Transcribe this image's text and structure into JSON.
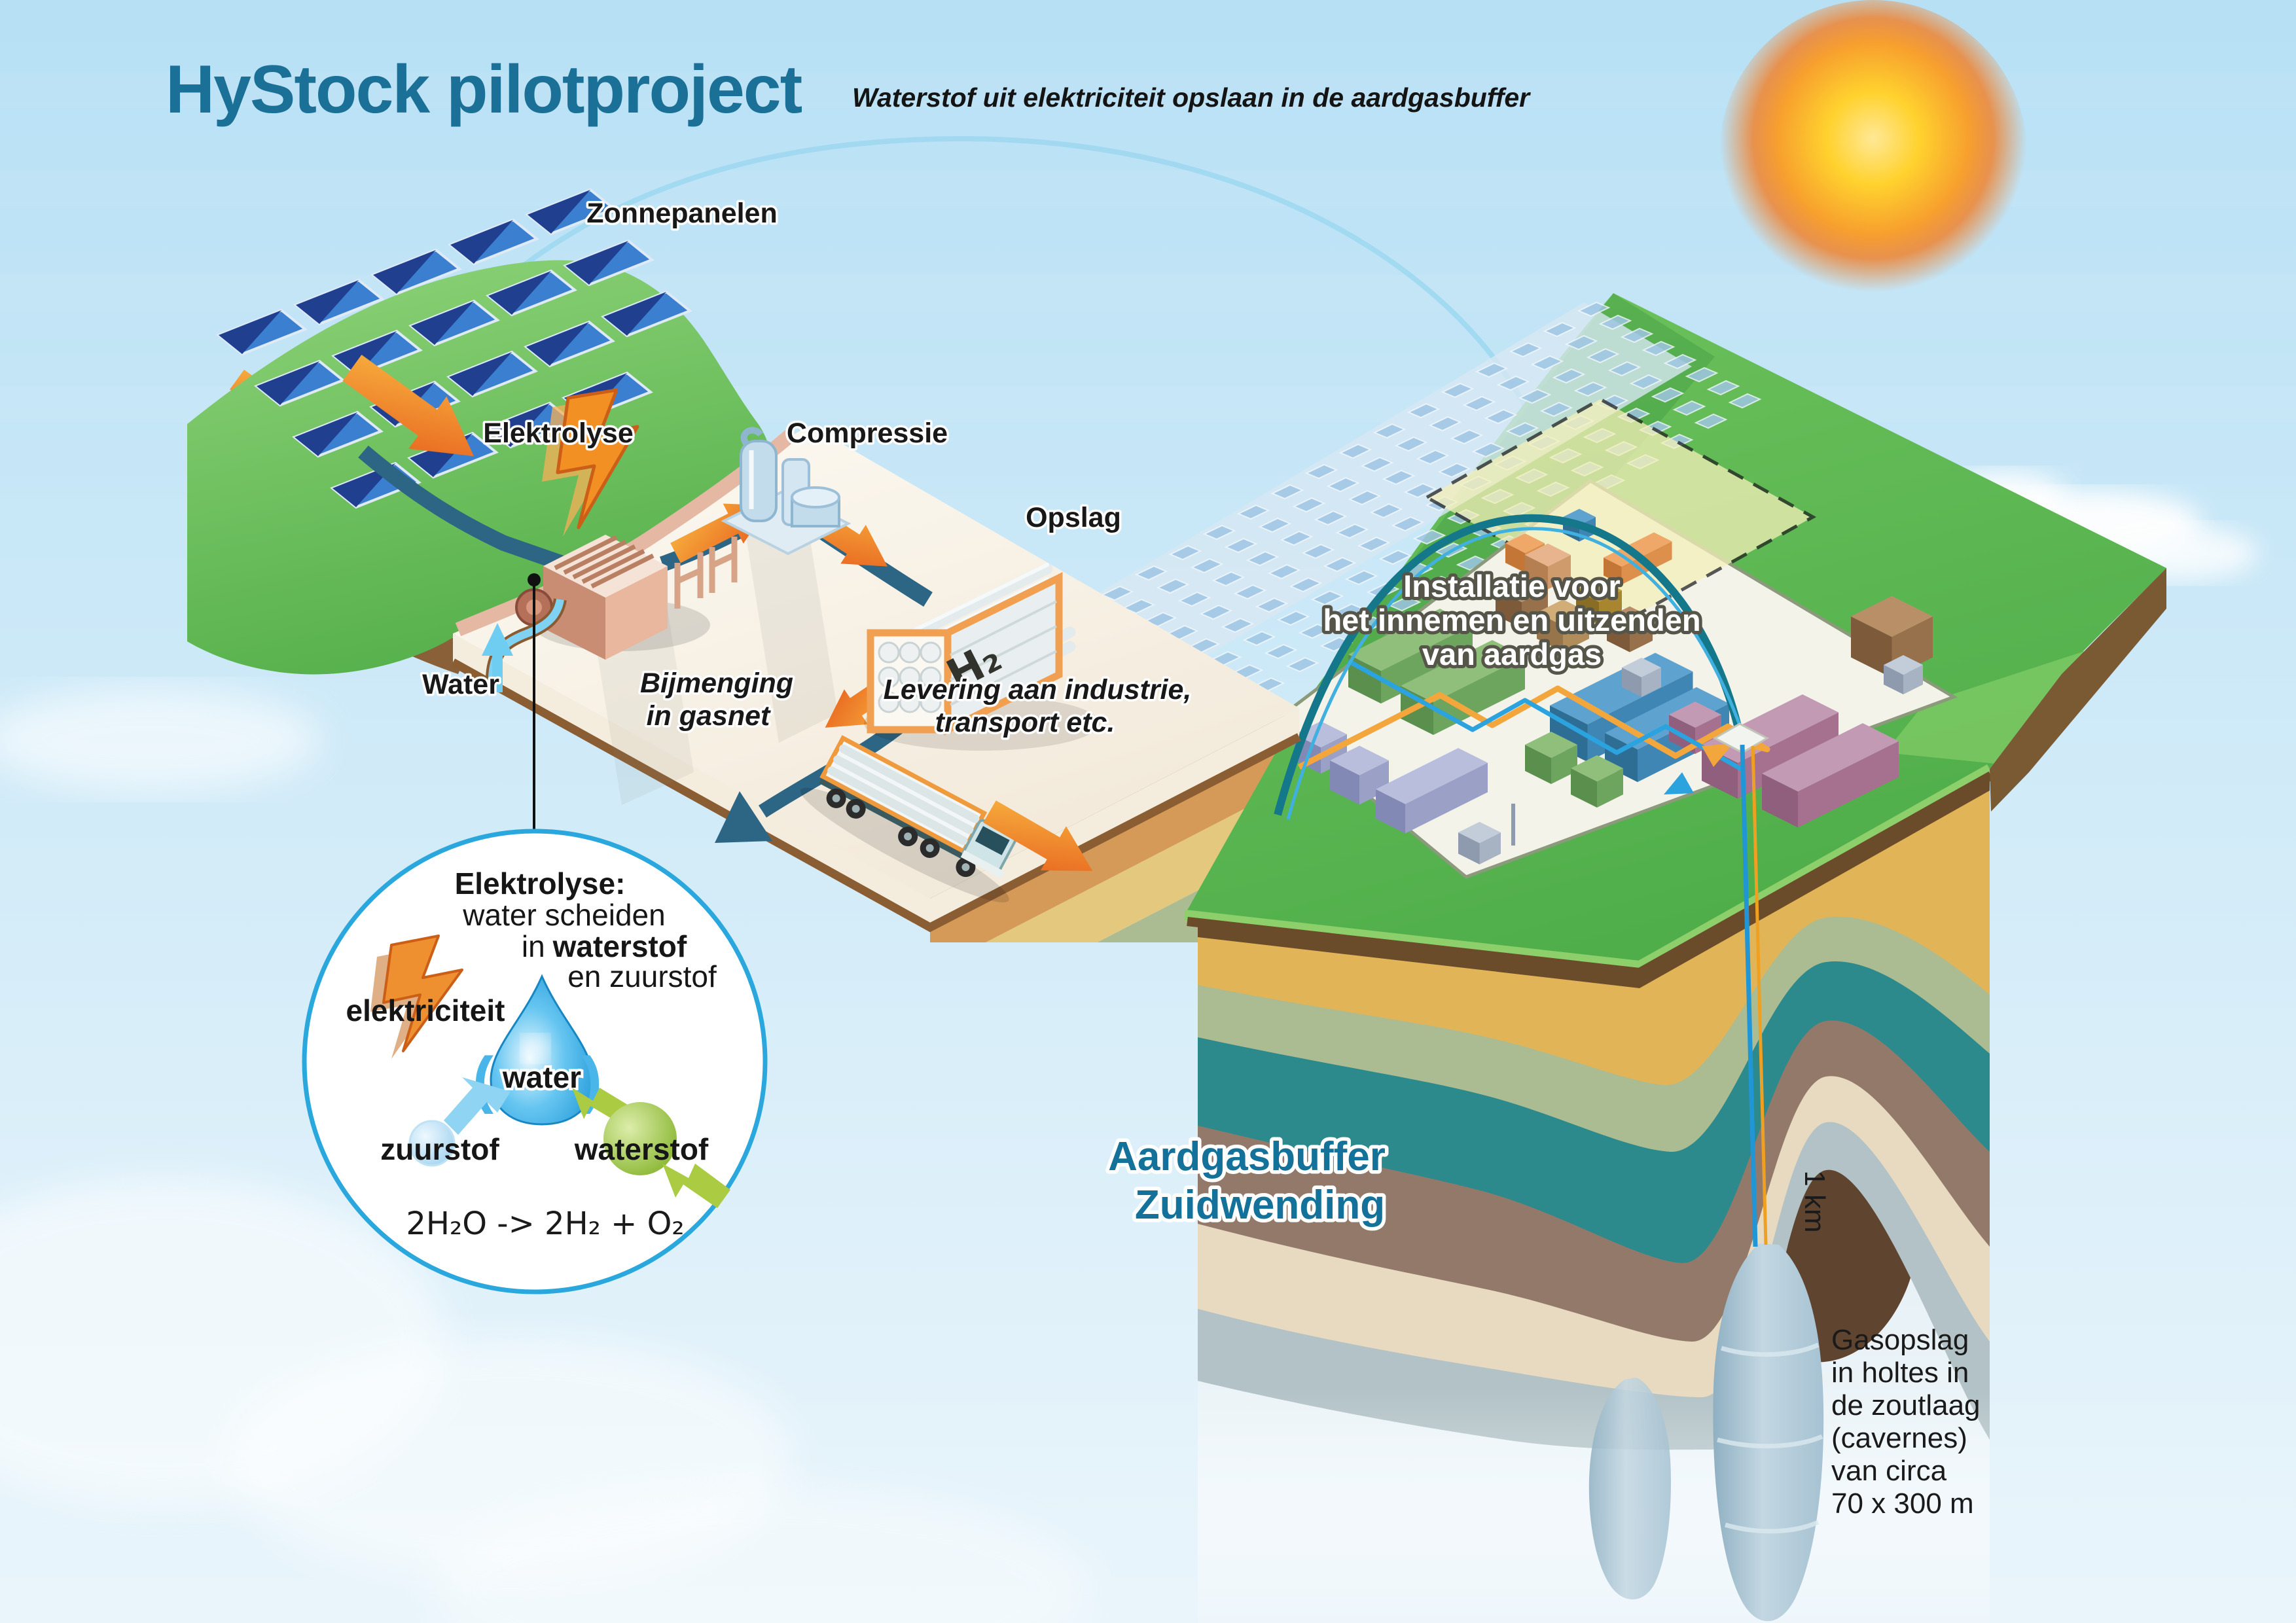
{
  "title": "HyStock pilotproject",
  "subtitle": "Waterstof uit elektriciteit opslaan in de aardgasbuffer",
  "labels": {
    "zonnepanelen": "Zonnepanelen",
    "elektrolyse": "Elektrolyse",
    "compressie": "Compressie",
    "opslag": "Opslag",
    "water": "Water",
    "h2": "H₂",
    "bijmenging": [
      "Bijmenging",
      "in gasnet"
    ],
    "levering": [
      "Levering aan industrie,",
      "transport etc."
    ],
    "installatie": [
      "Installatie voor",
      "het innemen en uitzenden",
      "van aardgas"
    ],
    "aardgasbuffer": [
      "Aardgasbuffer",
      "Zuidwending"
    ],
    "depth": "1 km",
    "gasopslag": [
      "Gasopslag",
      "in holtes in",
      "de zoutlaag",
      "(cavernes)",
      "van circa",
      "70 x 300 m"
    ]
  },
  "inset": {
    "title": "Elektrolyse:",
    "line1": "water scheiden",
    "line2_pre": "in",
    "line2_bold": "waterstof",
    "line3": "en zuurstof",
    "elektriciteit": "elektriciteit",
    "water": "water",
    "zuurstof": "zuurstof",
    "waterstof": "waterstof",
    "formula": "2H₂O  ->  2H₂ + O₂"
  },
  "colors": {
    "title_teal": "#1a7096",
    "buffer_teal": "#13719a",
    "label_black": "#181818",
    "arrow_orange": "#ee7422",
    "pipe_blue": "#2d6584",
    "pipe_teal_arc": "#15788a",
    "water_cyan": "#6fcdf2",
    "waterstof_green": "#8fbb2e",
    "sun_yellow": "#ffd22e",
    "sky_blue": "#bfe3f6",
    "land_green": "#5cb551",
    "salt_white": "#e9f2f6"
  }
}
